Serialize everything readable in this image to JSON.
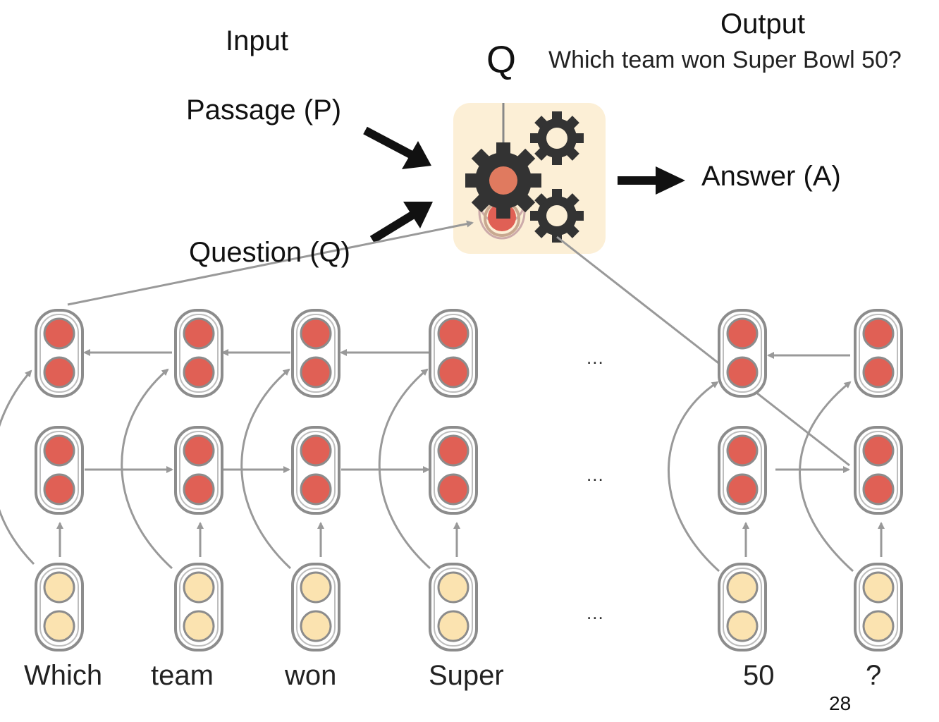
{
  "headers": {
    "input": "Input",
    "output": "Output"
  },
  "question": {
    "symbol": "Q",
    "text": "Which team won Super Bowl 50?"
  },
  "inputs": {
    "passage": "Passage (P)",
    "question": "Question (Q)"
  },
  "answer": "Answer (A)",
  "words": [
    "Which",
    "team",
    "won",
    "Super",
    "50",
    "?"
  ],
  "ellipsis": "...",
  "page_number": "28",
  "colors": {
    "hidden_node": "#e06055",
    "embedding_node": "#fbe3b0",
    "node_border": "#8c8c8c",
    "connector": "#999999",
    "model_box": "#fcefd6",
    "gear": "#333333"
  },
  "icons": [
    "gear-icon",
    "lightbulb-icon",
    "arrow-right-icon"
  ]
}
